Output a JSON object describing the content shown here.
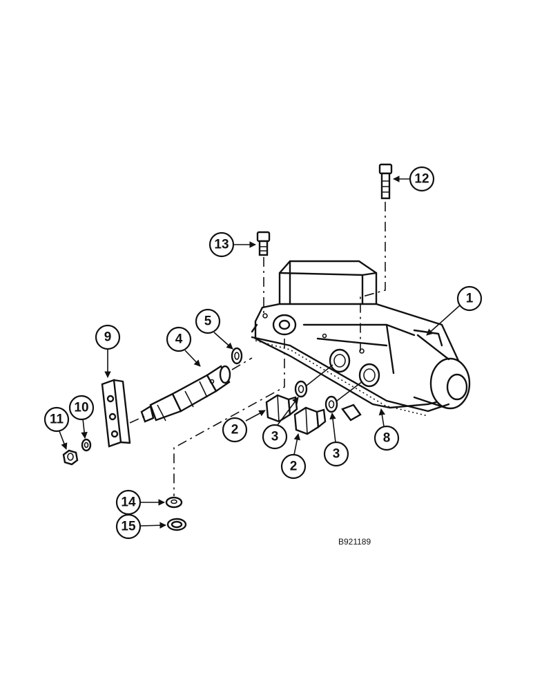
{
  "drawing_number": "B921189",
  "callouts": {
    "c1": "1",
    "c2a": "2",
    "c2b": "2",
    "c3a": "3",
    "c3b": "3",
    "c4": "4",
    "c5": "5",
    "c8": "8",
    "c9": "9",
    "c10": "10",
    "c11": "11",
    "c12": "12",
    "c13": "13",
    "c14": "14",
    "c15": "15"
  }
}
